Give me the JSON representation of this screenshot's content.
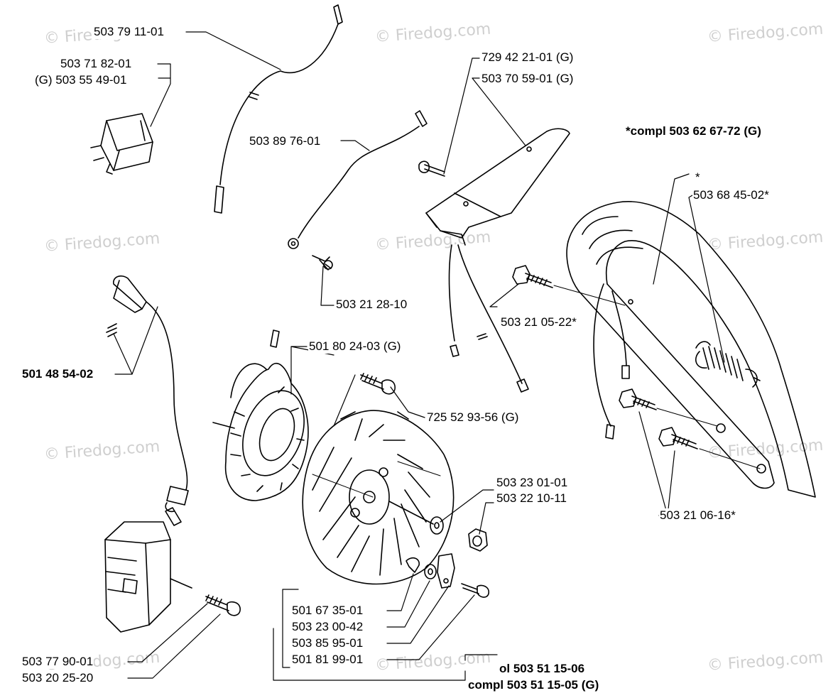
{
  "watermark": "© Firedog.com",
  "labels": {
    "p503791101": "503 79 11-01",
    "p503718201": "503 71 82-01",
    "p503554901": "(G) 503 55 49-01",
    "p503897601": "503 89 76-01",
    "p7294221": "729 42 21-01 (G)",
    "p503705901": "503 70 59-01 (G)",
    "compl_top": "*compl 503 62 67-72 (G)",
    "star": "*",
    "p503684502": "503 68 45-02*",
    "p503212810": "503 21 28-10",
    "p501485402": "501 48 54-02",
    "p5018024": "501 80 24-03 (G)",
    "p503210522": "503 21 05-22*",
    "p7255293": "725 52 93-56 (G)",
    "p503230101": "503 23 01-01",
    "p503221011": "503 22 10-11",
    "p503210616": "503 21 06-16*",
    "p501673501": "501 67 35-01",
    "p503230042": "503 23 00-42",
    "p503859501": "503 85 95-01",
    "p501819901": "501 81 99-01",
    "p503779001": "503 77 90-01",
    "p503202520": "503 20 25-20",
    "compl_a": "ol 503 51 15-06",
    "compl_b": "compl 503 51 15-05 (G)"
  },
  "colors": {
    "ink": "#000000",
    "paper": "#ffffff",
    "watermark": "#cfcfcf"
  }
}
